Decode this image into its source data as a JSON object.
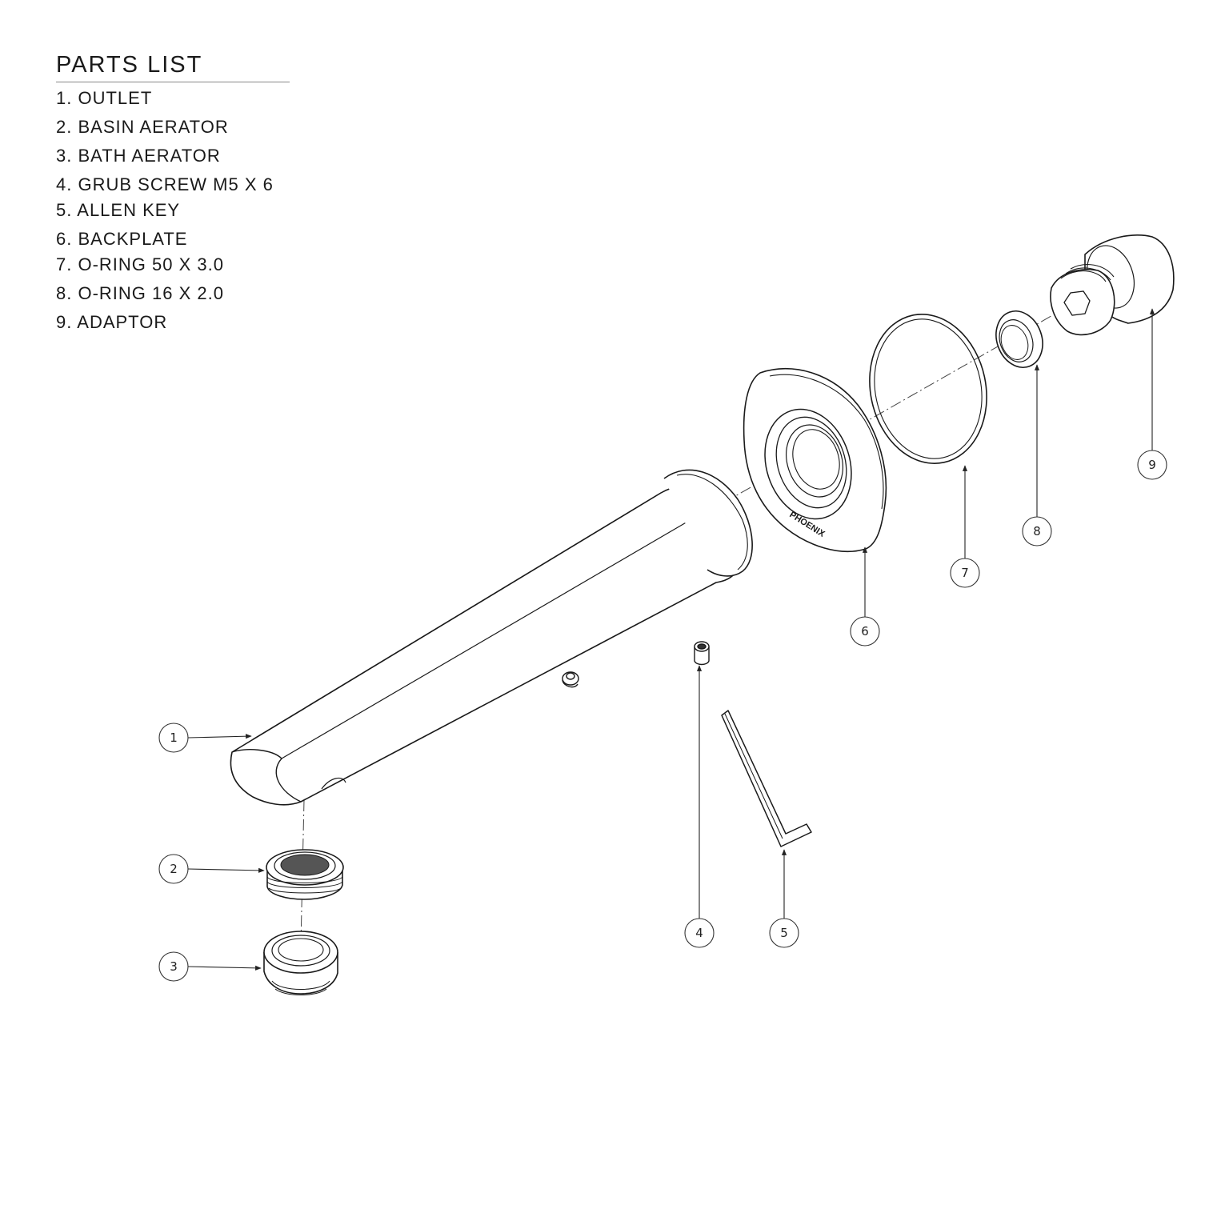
{
  "parts_list": {
    "title": "PARTS LIST",
    "items": [
      {
        "num": "1.",
        "name": "OUTLET"
      },
      {
        "num": "2.",
        "name": "BASIN AERATOR"
      },
      {
        "num": "3.",
        "name": "BATH AERATOR"
      },
      {
        "num": "4.",
        "name": "GRUB SCREW M5 X 6"
      },
      {
        "num": "5.",
        "name": "ALLEN KEY"
      },
      {
        "num": "6.",
        "name": "BACKPLATE"
      },
      {
        "num": "7.",
        "name": "O-RING 50 X 3.0"
      },
      {
        "num": "8.",
        "name": "O-RING 16 X 2.0"
      },
      {
        "num": "9.",
        "name": "ADAPTOR"
      }
    ]
  },
  "callouts": [
    "1",
    "2",
    "3",
    "4",
    "5",
    "6",
    "7",
    "8",
    "9"
  ],
  "brand_mark": "PHOENIX"
}
